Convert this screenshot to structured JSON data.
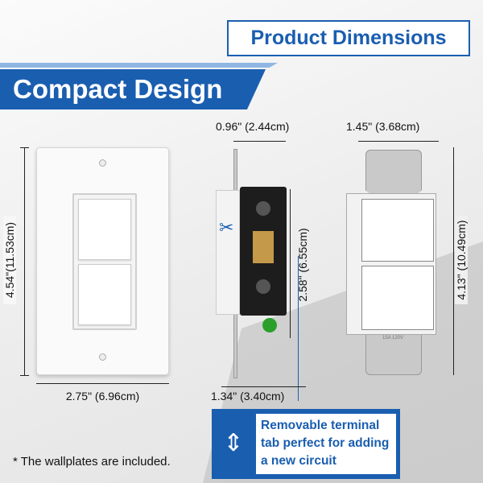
{
  "header": {
    "product_dimensions": "Product Dimensions",
    "compact_design": "Compact Design"
  },
  "wallplate": {
    "height_label": "4.54\"(11.53cm)",
    "width_label": "2.75\" (6.96cm)"
  },
  "side_view": {
    "depth_label": "0.96\" (2.44cm)",
    "body_height_label": "2.58\" (6.55cm)",
    "body_width_label": "1.34\" (3.40cm)"
  },
  "front_view": {
    "width_label": "1.45\" (3.68cm)",
    "height_label": "4.13\" (10.49cm)",
    "rating_text": "15A 120V"
  },
  "callout": {
    "icon": "expand-vertical-icon",
    "text": "Removable terminal tab perfect for adding a new circuit"
  },
  "note": "* The wallplates are included.",
  "colors": {
    "brand_blue": "#1a5eb0",
    "light_blue": "#8fb6e3"
  }
}
